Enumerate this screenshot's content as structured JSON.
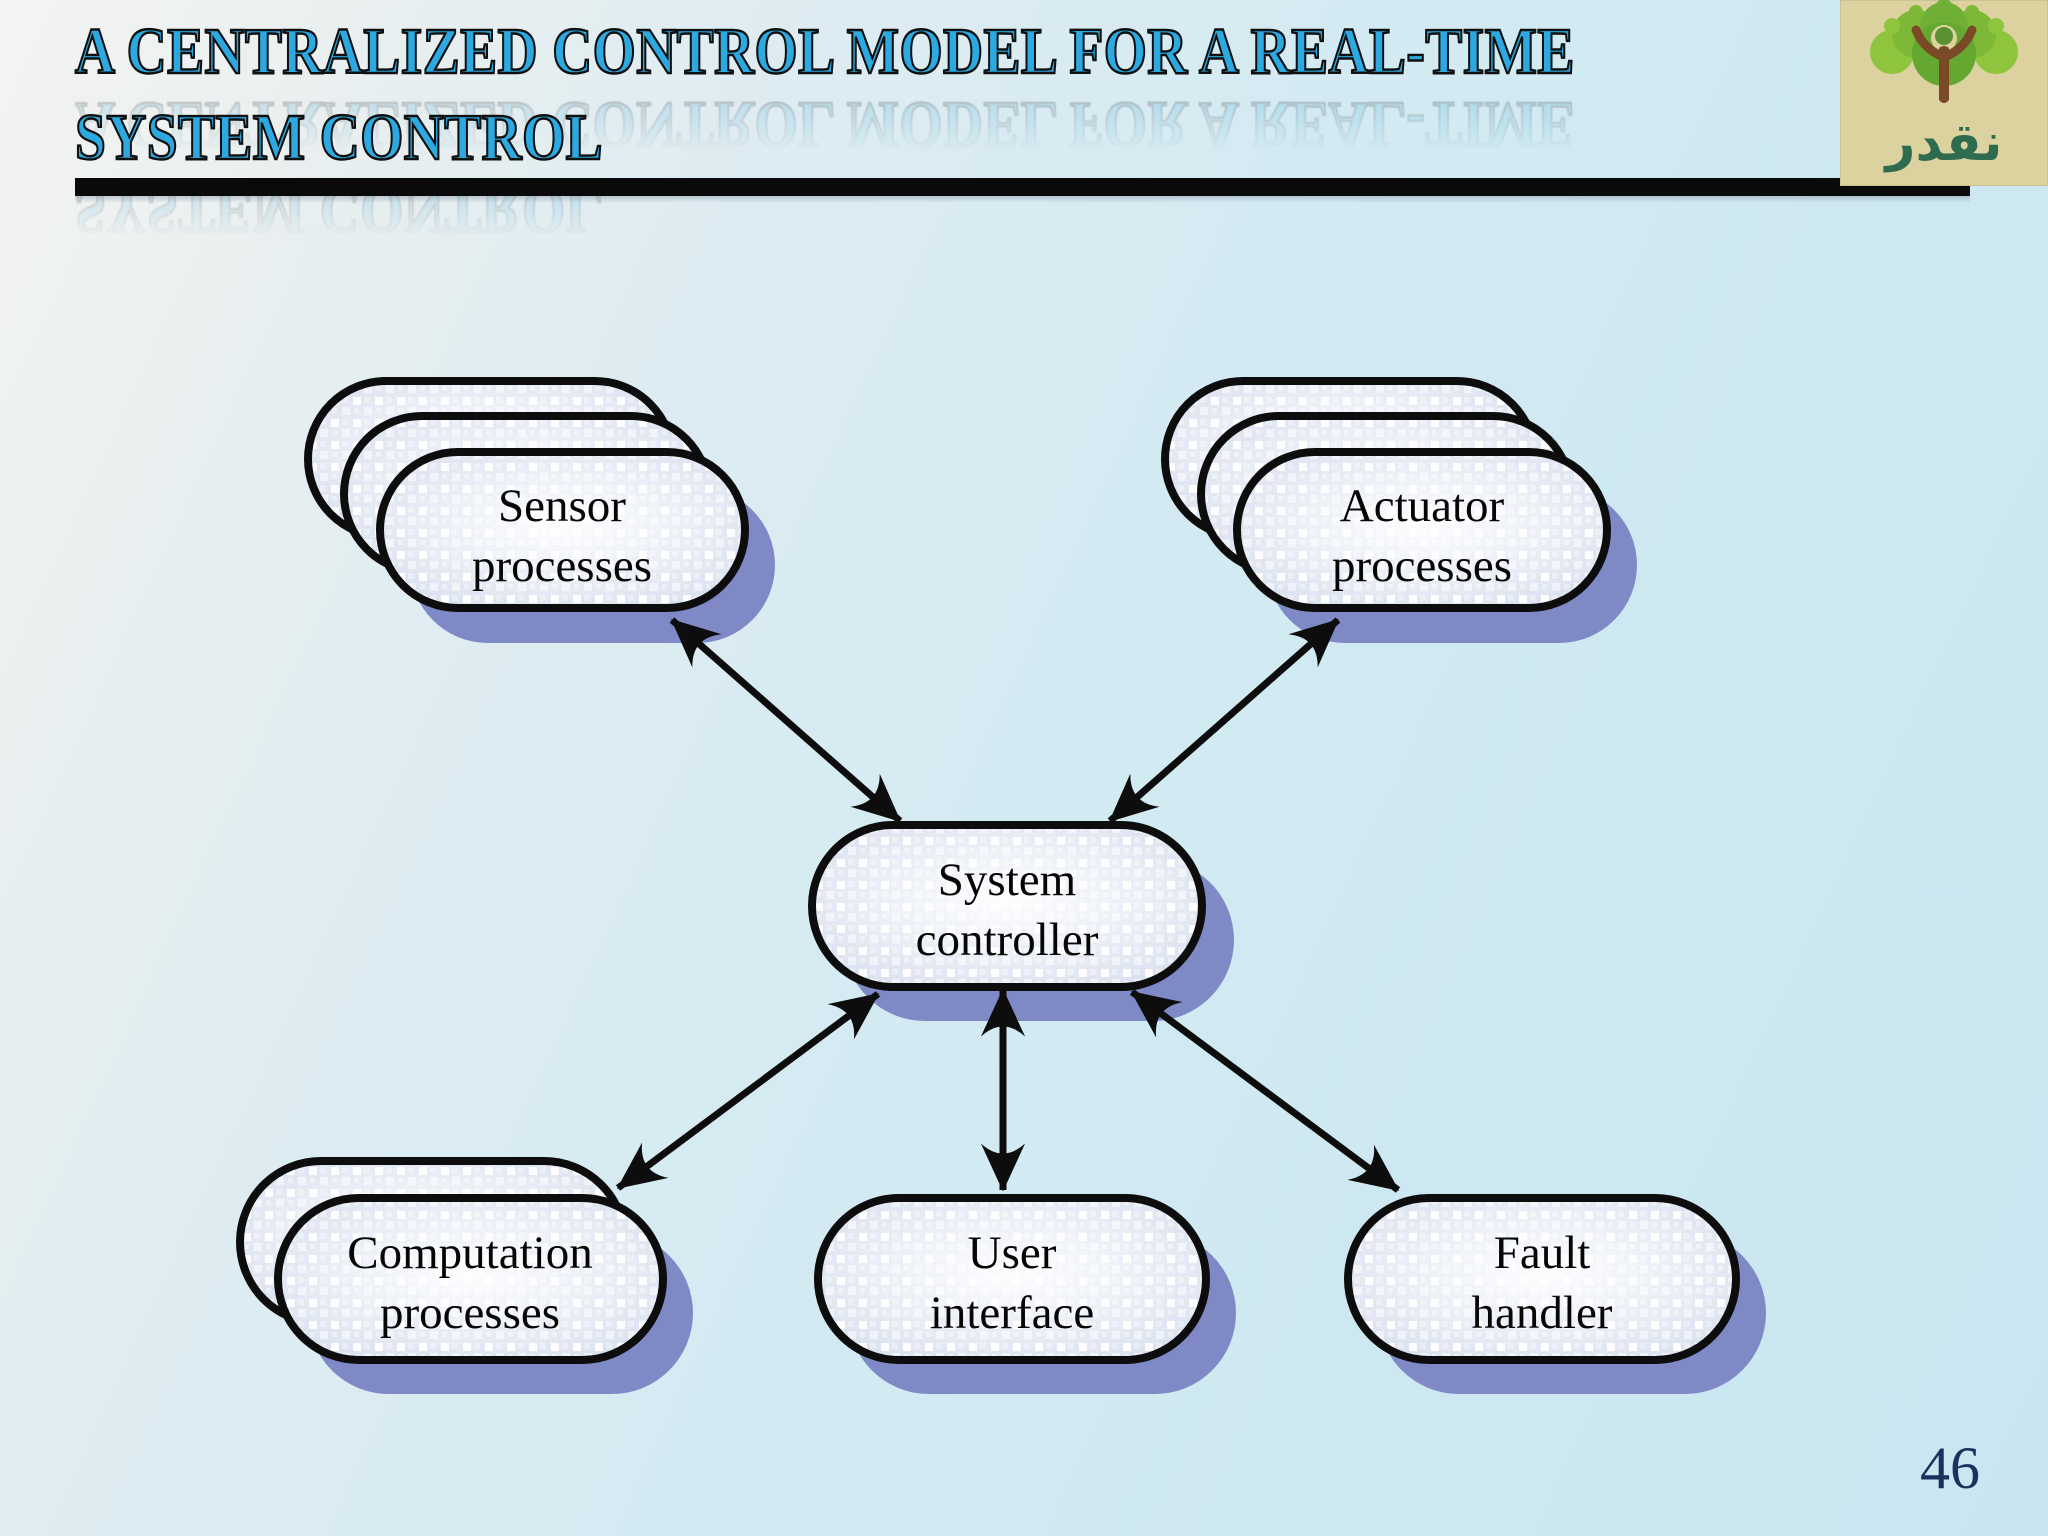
{
  "slide": {
    "title": {
      "line1": "A CENTRALIZED CONTROL MODEL FOR A REAL-TIME",
      "line2": "SYSTEM CONTROL"
    },
    "page_number": "46",
    "logo": {
      "text": "نقدر"
    }
  },
  "diagram": {
    "nodes": {
      "sensor": {
        "line1": "Sensor",
        "line2": "processes",
        "stacked": 3
      },
      "actuator": {
        "line1": "Actuator",
        "line2": "processes",
        "stacked": 3
      },
      "controller": {
        "line1": "System",
        "line2": "controller",
        "stacked": 1
      },
      "computation": {
        "line1": "Computation",
        "line2": "processes",
        "stacked": 2
      },
      "user_interface": {
        "line1": "User",
        "line2": "interface",
        "stacked": 1
      },
      "fault_handler": {
        "line1": "Fault",
        "line2": "handler",
        "stacked": 1
      }
    },
    "connections": [
      {
        "from": "sensor_processes",
        "to": "system_controller",
        "type": "bidirectional"
      },
      {
        "from": "actuator_processes",
        "to": "system_controller",
        "type": "bidirectional"
      },
      {
        "from": "computation_processes",
        "to": "system_controller",
        "type": "bidirectional"
      },
      {
        "from": "user_interface",
        "to": "system_controller",
        "type": "bidirectional"
      },
      {
        "from": "fault_handler",
        "to": "system_controller",
        "type": "bidirectional"
      }
    ]
  },
  "colors": {
    "title_blue": "#2BA9E0",
    "outline_black": "#0D0D0D",
    "node_shadow": "#7E89C6",
    "node_fill_base": "#DAE1EF",
    "page_navy": "#1D3160",
    "background_top": "#F3F4F2",
    "background_blue": "#C9E6F0",
    "logo_bg": "#DBD2A0",
    "logo_green_light": "#8FC43D",
    "logo_green_dark": "#64A832",
    "logo_trunk_brown": "#7A4A26",
    "logo_text_green": "#2F6B4F"
  }
}
